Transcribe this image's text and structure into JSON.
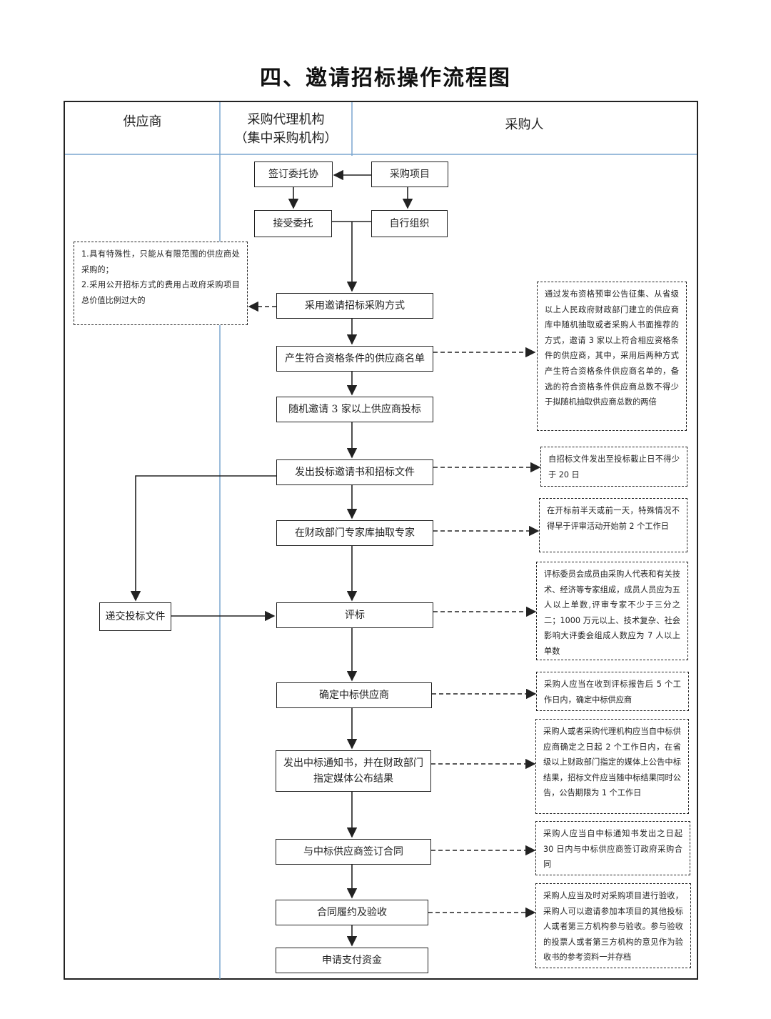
{
  "title": "四、邀请招标操作流程图",
  "lanes": {
    "supplier": "供应商",
    "agency": "采购代理机构",
    "agency_sub": "（集中采购机构）",
    "purchaser": "采购人"
  },
  "steps": {
    "sign_entrust": "签订委托协",
    "purchase_project": "采购项目",
    "accept_entrust": "接受委托",
    "self_organize": "自行组织",
    "adopt_method": "采用邀请招标采购方式",
    "gen_list": "产生符合资格条件的供应商名单",
    "random_invite": "随机邀请 3 家以上供应商投标",
    "issue_docs": "发出投标邀请书和招标文件",
    "draw_experts": "在财政部门专家库抽取专家",
    "evaluate": "评标",
    "submit_bid": "递交投标文件",
    "confirm_winner": "确定中标供应商",
    "notify_line1": "发出中标通知书，并在财政部门",
    "notify_line2": "指定媒体公布结果",
    "sign_contract": "与中标供应商签订合同",
    "perform_accept": "合同履约及验收",
    "apply_payment": "申请支付资金"
  },
  "notes": {
    "conditions": [
      "1.具有特殊性，只能从有限范围的供应商处采购的；",
      "2.采用公开招标方式的费用占政府采购项目总价值比例过大的"
    ],
    "gen_list": "通过发布资格预审公告征集、从省级以上人民政府财政部门建立的供应商库中随机抽取或者采购人书面推荐的方式，邀请 3 家以上符合相应资格条件的供应商，其中，采用后两种方式产生符合资格条件供应商名单的，备选的符合资格条件供应商总数不得少于拟随机抽取供应商总数的两倍",
    "issue_docs": "自招标文件发出至投标截止日不得少于 20 日",
    "draw_experts": "在开标前半天或前一天，特殊情况不得早于评审活动开始前 2 个工作日",
    "evaluate": "评标委员会成员由采购人代表和有关技术、经济等专家组成，成员人员应为五人以上单数,评审专家不少于三分之二；1000 万元以上、技术复杂、社会影响大评委会组成人数应为 7 人以上单数",
    "confirm_winner": "采购人应当在收到评标报告后 5 个工作日内，确定中标供应商",
    "notify": "采购人或者采购代理机构应当自中标供应商确定之日起 2 个工作日内，在省级以上财政部门指定的媒体上公告中标结果，招标文件应当随中标结果同时公告，公告期限为 1 个工作日",
    "sign_contract": "采购人应当自中标通知书发出之日起 30 日内与中标供应商签订政府采购合同",
    "perform_accept": "采购人应当及时对采购项目进行验收，采购人可以邀请参加本项目的其他投标人或者第三方机构参与验收。参与验收的投票人或者第三方机构的意见作为验收书的参考资料一并存档"
  },
  "colors": {
    "lane_line": "#7aa6cf",
    "stroke": "#222222"
  }
}
